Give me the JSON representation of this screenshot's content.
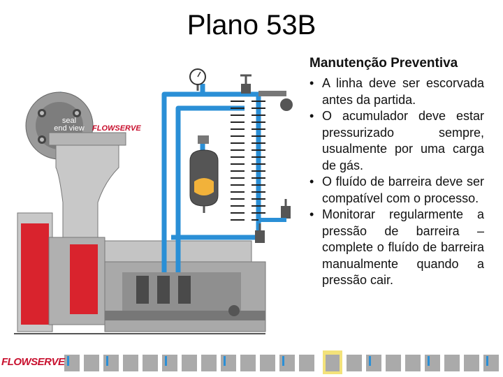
{
  "title": "Plano 53B",
  "section": {
    "heading": "Manutenção Preventiva",
    "bullets": [
      "A linha deve ser escorvada antes da partida.",
      "O acumulador deve estar pressurizado sempre, usualmente por uma carga de gás.",
      "O fluído de barreira deve ser compatível com o processo.",
      "Monitorar regularmente a pressão de barreira – complete o fluído de barreira manualmente quando a pressão cair."
    ]
  },
  "diagram": {
    "seal_label_line1": "seal",
    "seal_label_line2": "end view",
    "seal_brand": "FLOWSERVE"
  },
  "footer": {
    "logo": "FLOWSERVE"
  },
  "colors": {
    "pipe": "#2a8fd6",
    "pump_body": "#c8c8c8",
    "process": "#d9232d",
    "brand": "#c8102e"
  }
}
